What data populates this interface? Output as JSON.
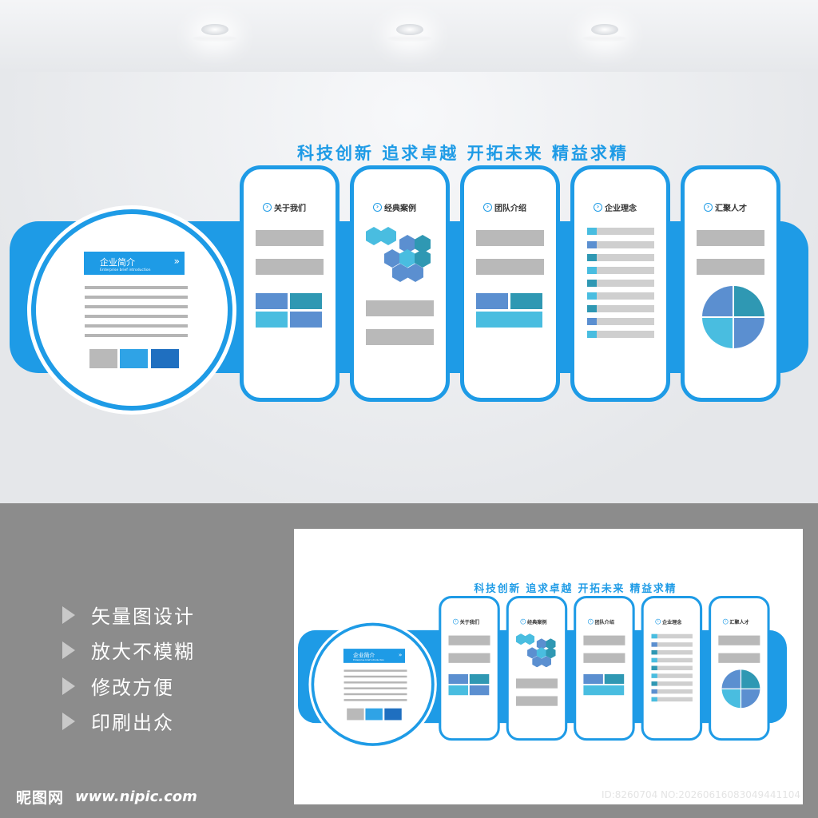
{
  "slogan": "科技创新 追求卓越 开拓未来 精益求精",
  "intro": {
    "title": "企业简介",
    "subtitle": "Enterprise brief introduction",
    "arrow": "»"
  },
  "cards": [
    {
      "title": "关于我们",
      "icon": "chevron-circle-icon"
    },
    {
      "title": "经典案例",
      "icon": "chevron-circle-icon"
    },
    {
      "title": "团队介绍",
      "icon": "chevron-circle-icon"
    },
    {
      "title": "企业理念",
      "icon": "chevron-circle-icon"
    },
    {
      "title": "汇聚人才",
      "icon": "chevron-circle-icon"
    }
  ],
  "features": [
    "矢量图设计",
    "放大不模糊",
    "修改方便",
    "印刷出众"
  ],
  "brand": {
    "name": "昵图网",
    "url": "www.nipic.com"
  },
  "watermark": "ID:8260704 NO:20260616083049441104",
  "colors": {
    "primary": "#1e9be6",
    "tile_blue": "#5b8fd0",
    "tile_teal": "#2f98b3",
    "tile_cyan": "#49bde0",
    "dark_blue": "#1f6fc0",
    "placeholder_gray": "#b9b9b9"
  }
}
